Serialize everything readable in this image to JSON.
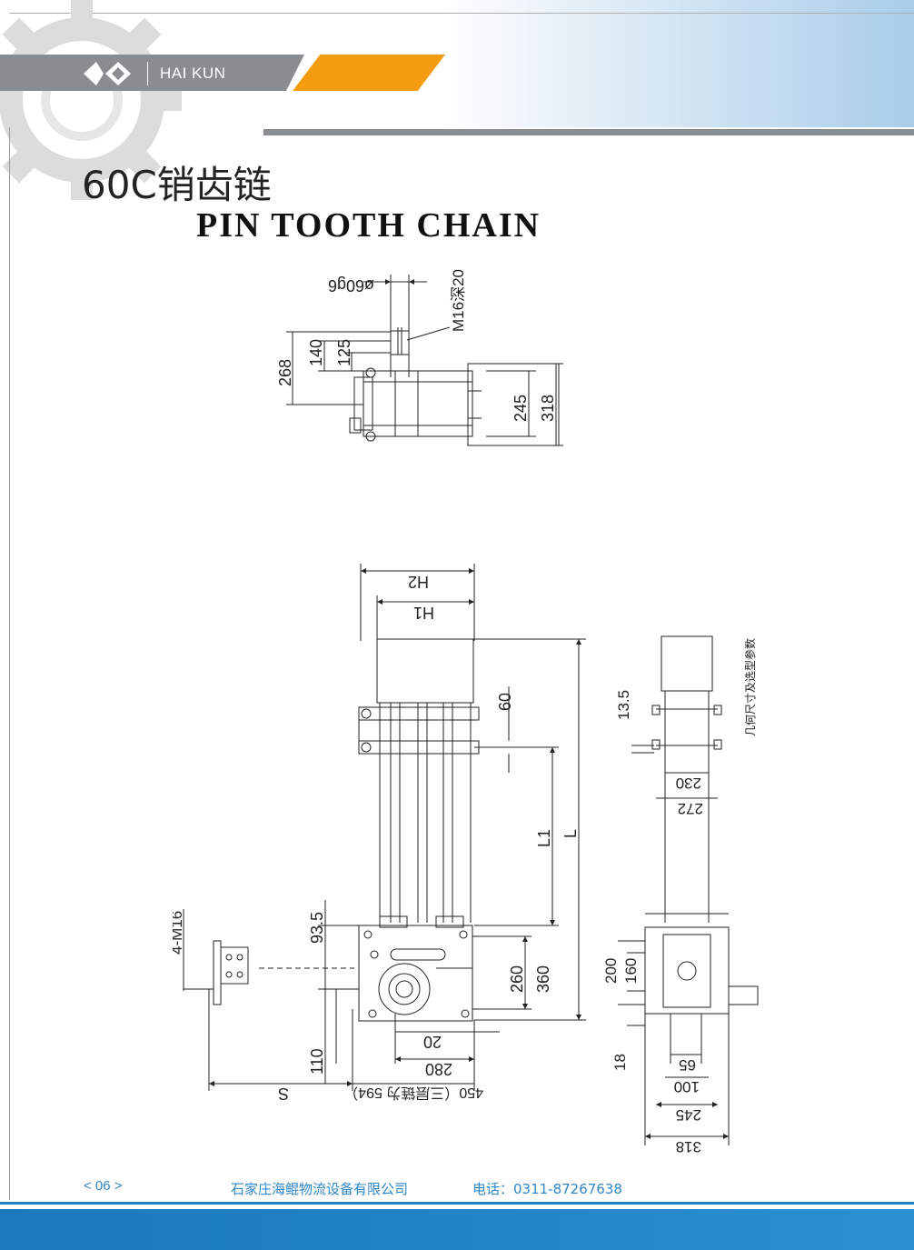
{
  "header": {
    "brand": "HAI KUN",
    "title_cn": "60C销齿链",
    "title_en": "PIN TOOTH CHAIN"
  },
  "top_view": {
    "dims": {
      "shaft_dia": "ø60g6",
      "thread": "M16深20",
      "d268": "268",
      "d140": "140",
      "d125": "125",
      "d245": "245",
      "d318": "318"
    }
  },
  "front_view": {
    "dims": {
      "H2": "H2",
      "H1": "H1",
      "d60": "60",
      "L1": "L1",
      "L": "L",
      "d93_5": "93.5",
      "d260": "260",
      "d360": "360",
      "d110": "110",
      "d20": "20",
      "d280": "280",
      "d450": "450（三层链为 594）",
      "S": "S",
      "bolt": "4-M16"
    }
  },
  "side_view": {
    "note": "几何尺寸及选型参数",
    "dims": {
      "d13_5": "13.5",
      "d230": "230",
      "d272": "272",
      "d200": "200",
      "d160": "160",
      "d18": "18",
      "d65": "65",
      "d100": "100",
      "d245": "245",
      "d318": "318"
    }
  },
  "footer": {
    "page": "< 06 >",
    "company": "石家庄海鲲物流设备有限公司",
    "phone": "电话：0311-87267638"
  },
  "colors": {
    "accent_orange": "#f39c12",
    "header_gray": "#8a8d90",
    "footer_blue": "#1f7fc3"
  }
}
